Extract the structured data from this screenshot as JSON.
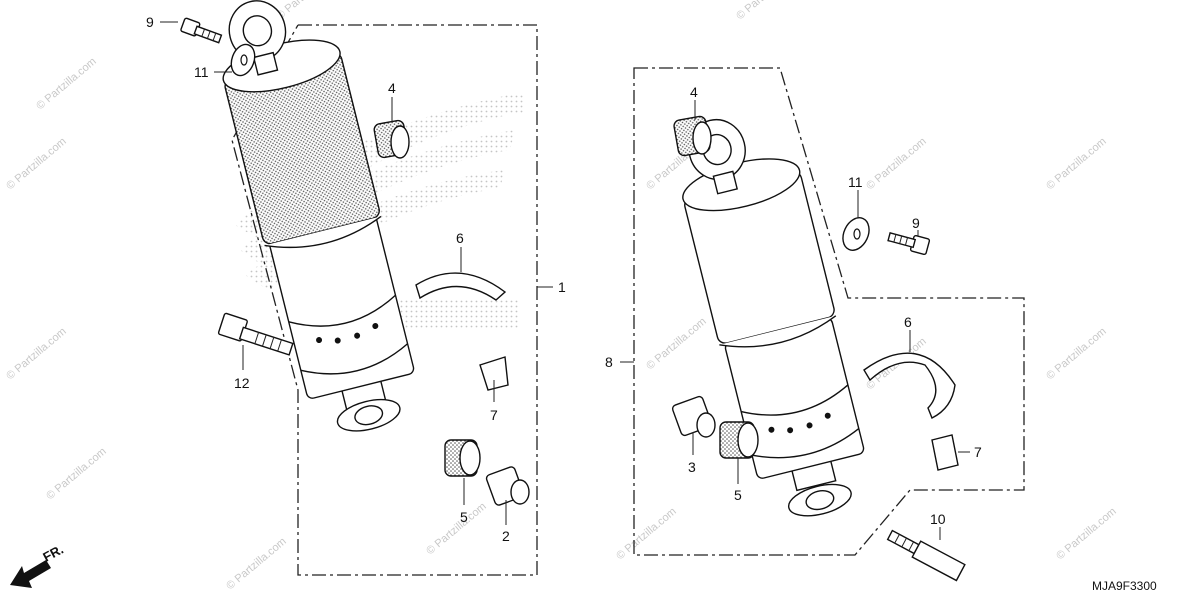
{
  "diagram_code": "MJA9F3300",
  "direction_label": "FR.",
  "watermark": "© Partzilla.com",
  "callouts_left": [
    {
      "id": "c9L",
      "text": "9"
    },
    {
      "id": "c11L",
      "text": "11"
    },
    {
      "id": "c4L",
      "text": "4"
    },
    {
      "id": "c6L",
      "text": "6"
    },
    {
      "id": "c1",
      "text": "1"
    },
    {
      "id": "c12",
      "text": "12"
    },
    {
      "id": "c7L",
      "text": "7"
    },
    {
      "id": "c5L",
      "text": "5"
    },
    {
      "id": "c2",
      "text": "2"
    }
  ],
  "callouts_right": [
    {
      "id": "c4R",
      "text": "4"
    },
    {
      "id": "c11R",
      "text": "11"
    },
    {
      "id": "c9R",
      "text": "9"
    },
    {
      "id": "c6R",
      "text": "6"
    },
    {
      "id": "c8",
      "text": "8"
    },
    {
      "id": "c7R",
      "text": "7"
    },
    {
      "id": "c3",
      "text": "3"
    },
    {
      "id": "c5R",
      "text": "5"
    },
    {
      "id": "c10",
      "text": "10"
    }
  ]
}
